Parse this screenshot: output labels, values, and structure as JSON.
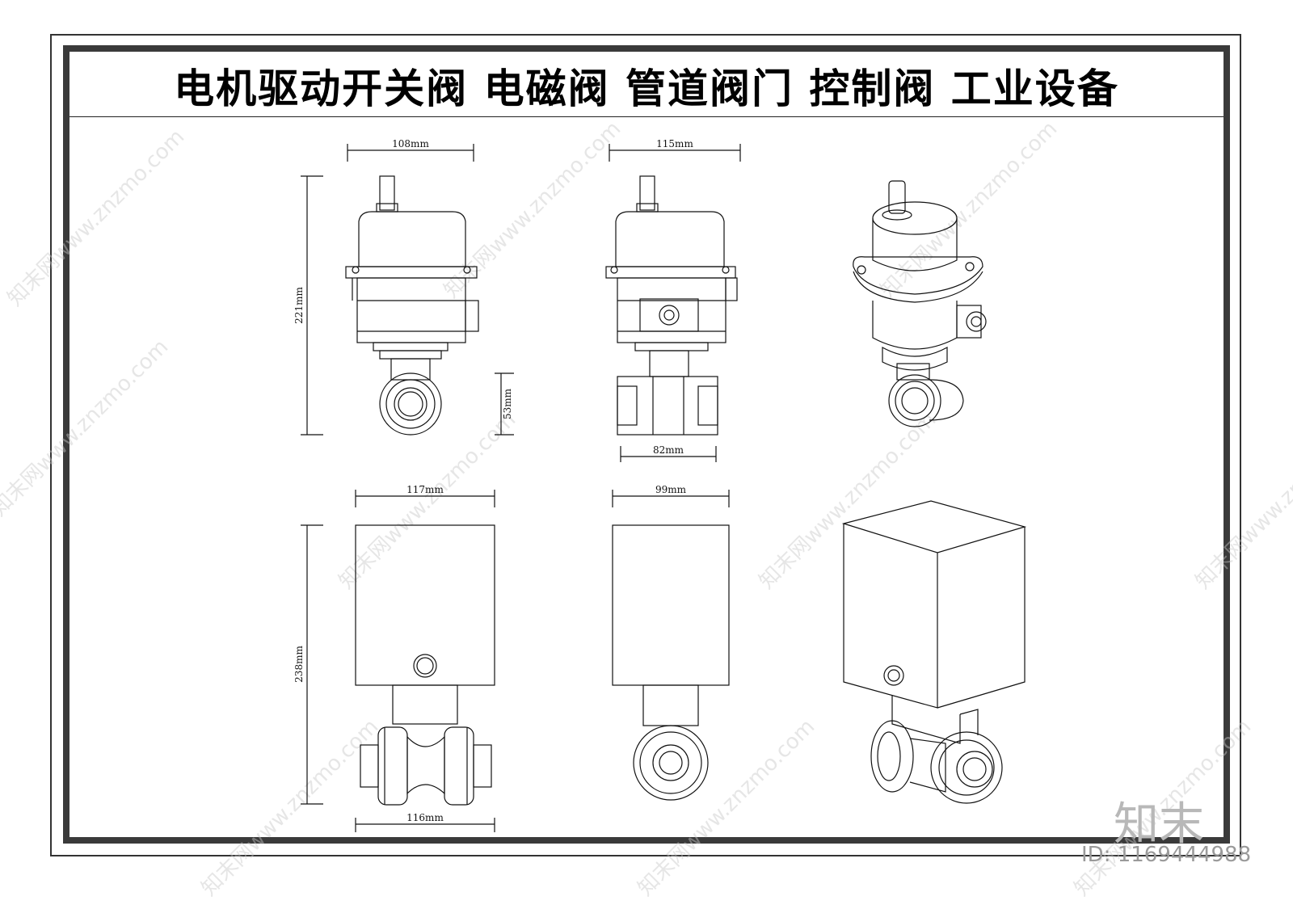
{
  "title": "电机驱动开关阀 电磁阀 管道阀门 控制阀 工业设备",
  "dimensions": {
    "top_front_width": "108mm",
    "top_front_height": "221mm",
    "top_side_width": "115mm",
    "top_side_body_height": "53mm",
    "top_side_body_width": "82mm",
    "bottom_front_width": "117mm",
    "bottom_front_height": "238mm",
    "bottom_front_body_width": "116mm",
    "bottom_side_width": "99mm"
  },
  "watermark": "知末网www.znzmo.com",
  "logo": "知末",
  "id_label": "ID: 1169444988"
}
